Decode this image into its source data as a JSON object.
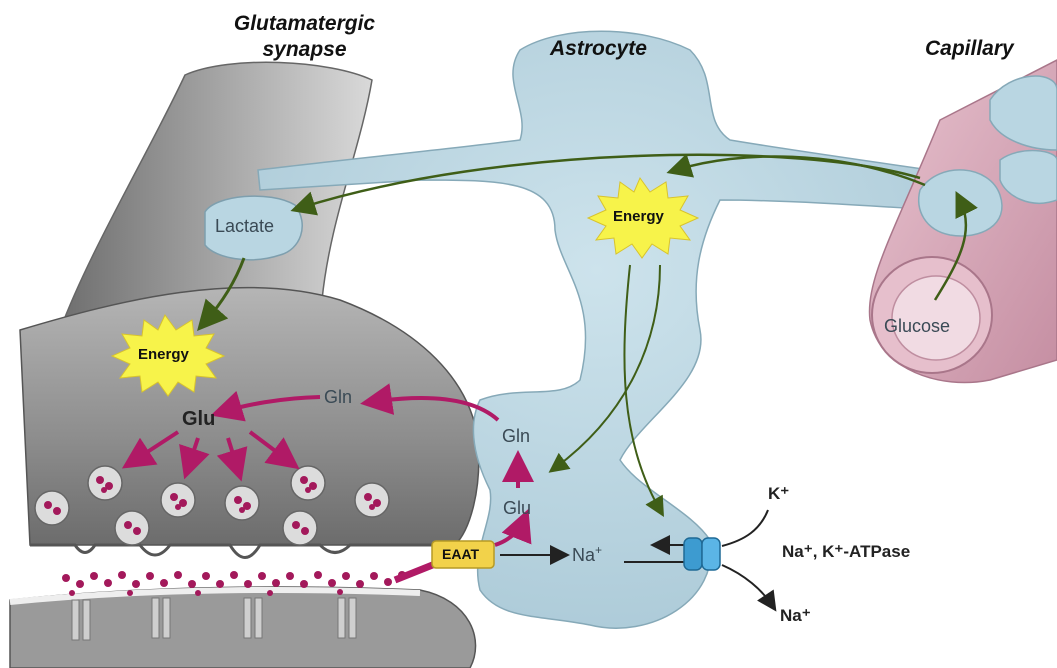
{
  "titles": {
    "synapse_line1": "Glutamatergic",
    "synapse_line2": "synapse",
    "astrocyte": "Astrocyte",
    "capillary": "Capillary"
  },
  "labels": {
    "lactate": "Lactate",
    "glucose": "Glucose",
    "energy_astrocyte": "Energy",
    "energy_neuron": "Energy",
    "gln_neuron": "Gln",
    "glu_neuron": "Glu",
    "gln_astrocyte": "Gln",
    "glu_astrocyte": "Glu",
    "na_astrocyte": "Na",
    "na_astrocyte_sup": "+",
    "eaat": "EAAT",
    "k_ion": "K⁺",
    "pump": "Na⁺, K⁺-ATPase",
    "na_out": "Na⁺"
  },
  "colors": {
    "neuron": "#8f8f8f",
    "astrocyte": "#b9d6e2",
    "capillary": "#d7a7b8",
    "glutamate_dots": "#a3195b",
    "magenta_arrow": "#b01a66",
    "green_arrow": "#4a6b1e",
    "energy_burst": "#f7f34a",
    "eaat_box": "#f2d24a",
    "pump": "#3d9bd0"
  }
}
